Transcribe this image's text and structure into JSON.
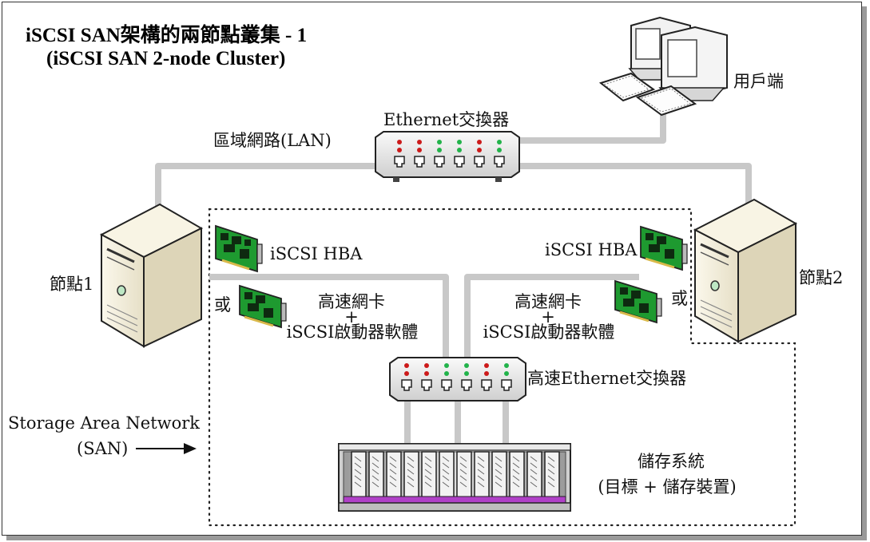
{
  "title": {
    "line1": "iSCSI SAN架構的兩節點叢集 - 1",
    "line2": "(iSCSI SAN 2-node Cluster)"
  },
  "labels": {
    "client": "用戶端",
    "ethernet_switch": "Ethernet交換器",
    "lan": "區域網路(LAN)",
    "node1": "節點1",
    "node2": "節點2",
    "hba_left": "iSCSI HBA",
    "hba_right": "iSCSI HBA",
    "or_left": "或",
    "or_right": "或",
    "nic_left_1": "高速網卡",
    "nic_left_plus": "+",
    "nic_left_2": "iSCSI啟動器軟體",
    "nic_right_1": "高速網卡",
    "nic_right_plus": "+",
    "nic_right_2": "iSCSI啟動器軟體",
    "hs_switch": "高速Ethernet交換器",
    "san_1": "Storage Area Network",
    "san_2": "(SAN)",
    "storage_1": "儲存系統",
    "storage_2": "(目標 + 儲存裝置)"
  },
  "icons": [
    "client-computer-icon",
    "ethernet-switch-icon",
    "server-node1-icon",
    "server-node2-icon",
    "hba-card-icon",
    "nic-card-icon",
    "high-speed-switch-icon",
    "storage-array-icon",
    "arrow-right-icon"
  ],
  "colors": {
    "cable": "#c8c8c8",
    "switch_body": "#e4e4e4",
    "led_red": "#cc1a1a",
    "led_green": "#22b34a",
    "card_green": "#1e9a30",
    "server_body": "#f1ecd9",
    "storage_purple": "#b040c8"
  }
}
